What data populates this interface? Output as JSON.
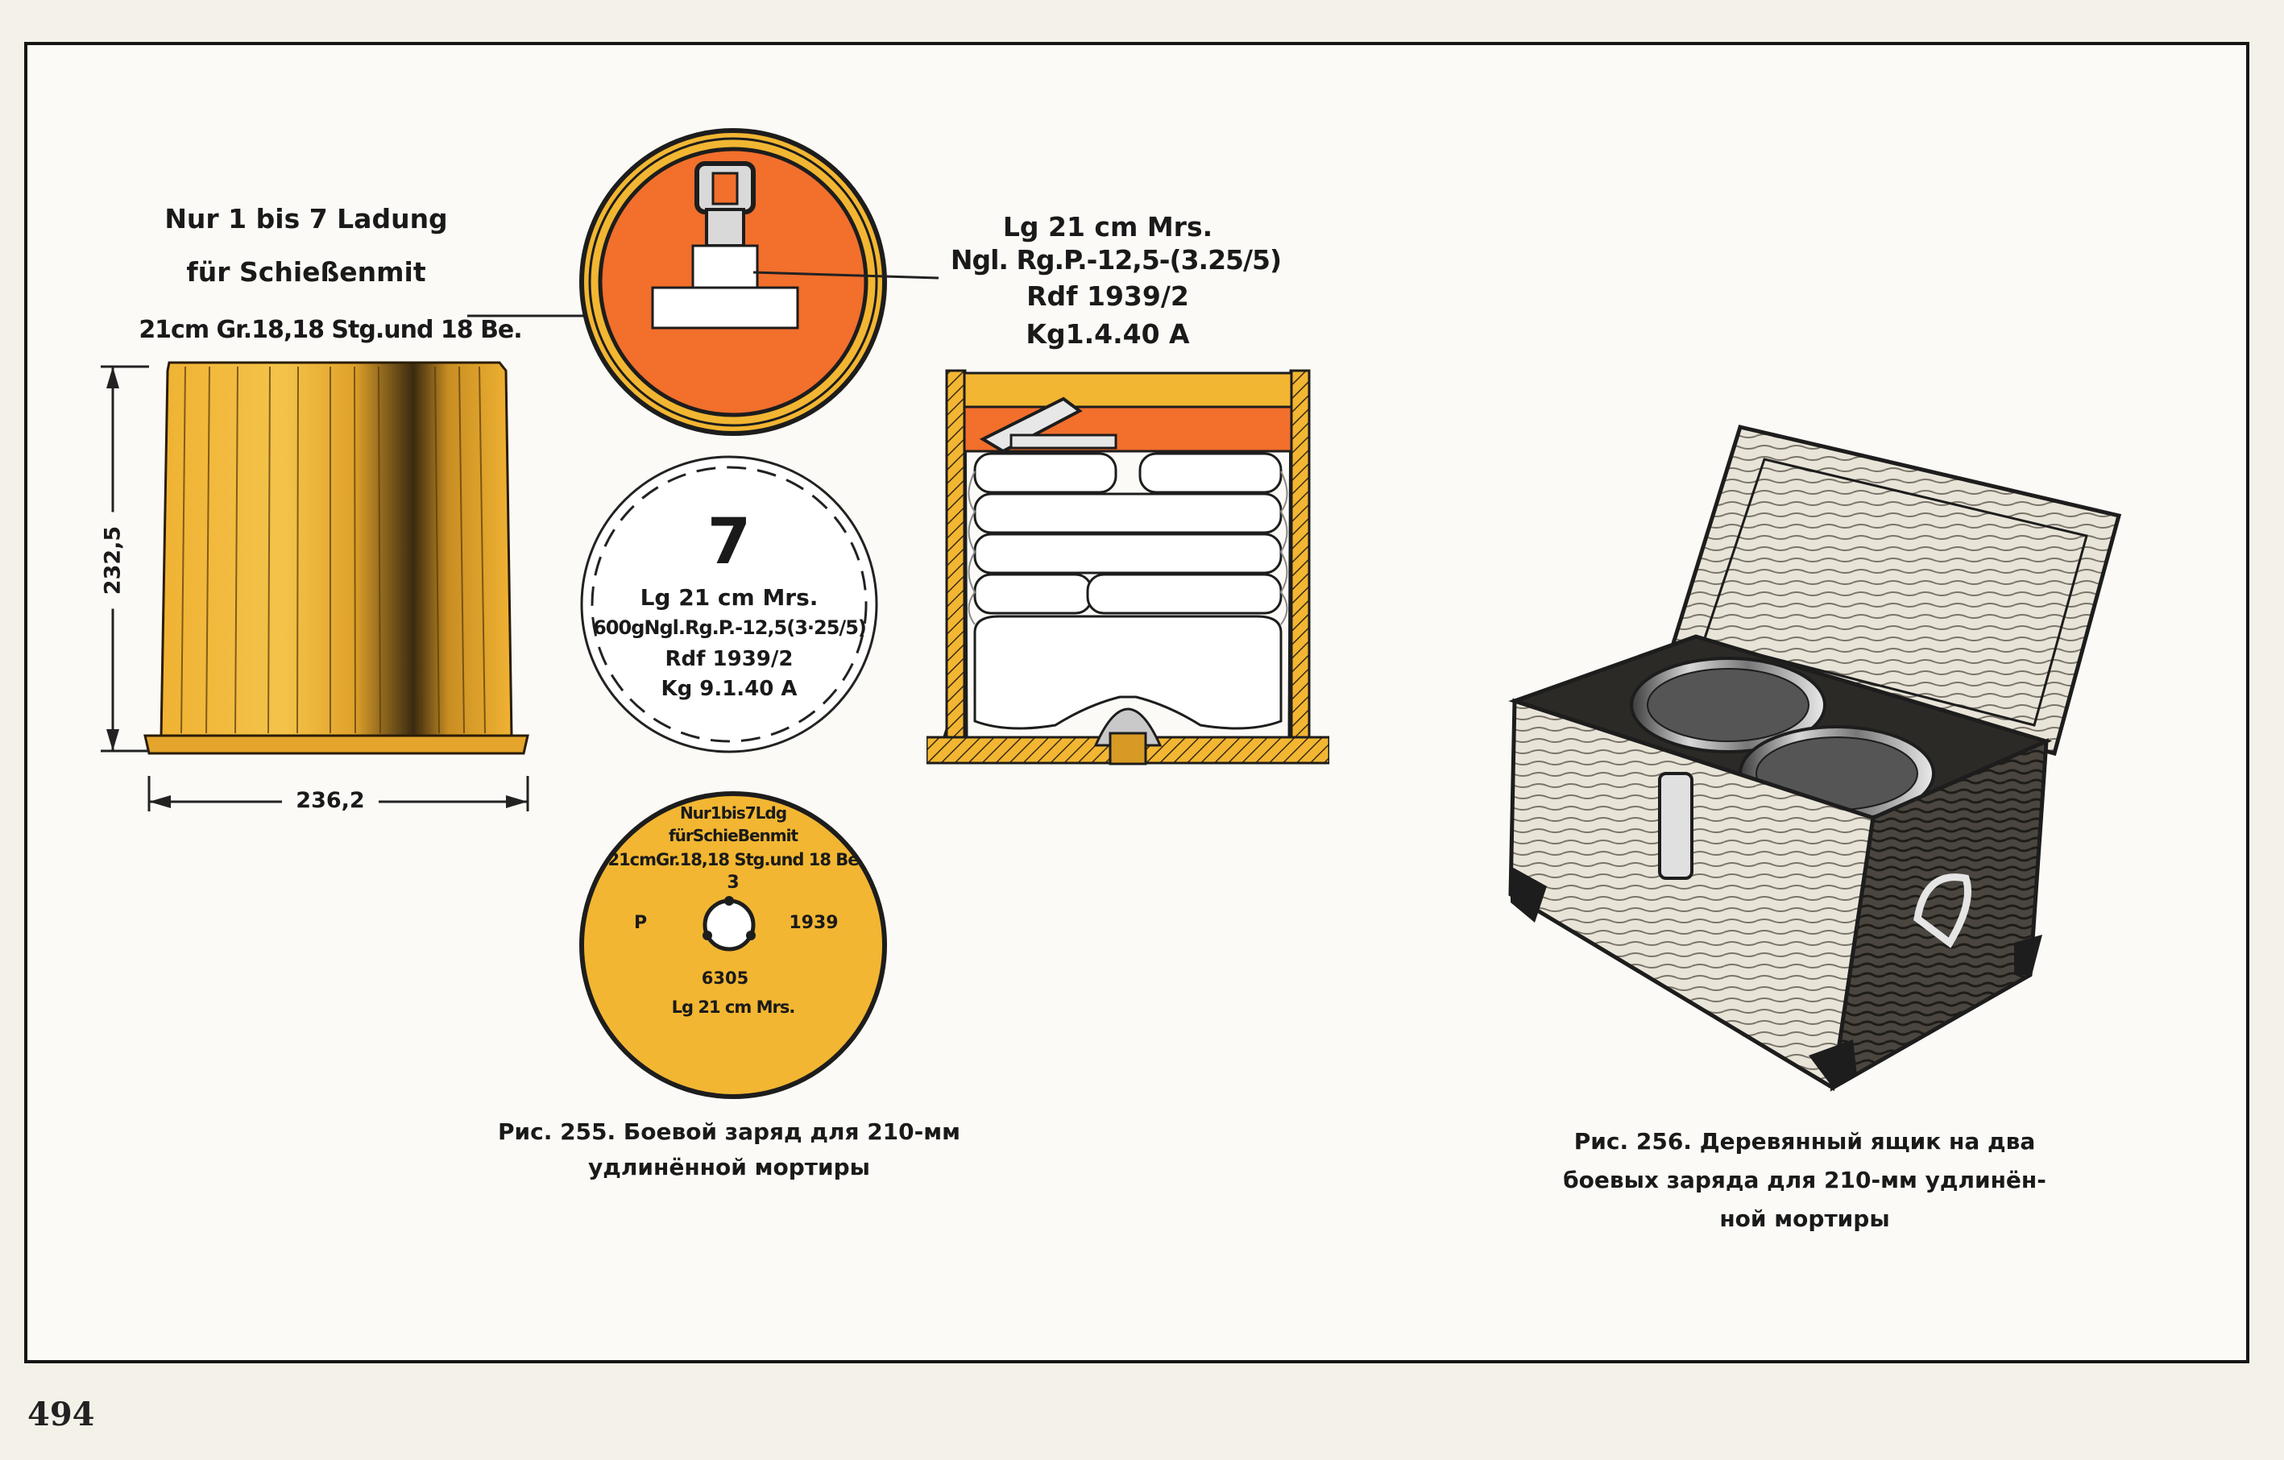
{
  "page_number": "494",
  "fig255": {
    "warning_lines": [
      "Nur 1 bis 7 Ladung",
      "für Schießenmit",
      "21cm Gr.18,18 Stg.und 18 Be."
    ],
    "dim_height": "232,5",
    "dim_width": "236,2",
    "cap_label": {
      "number": "7",
      "lines": [
        "Lg 21 cm Mrs.",
        "600gNgl.Rg.P.-12,5(3·25/5)",
        "Rdf 1939/2",
        "Kg 9.1.40 A"
      ]
    },
    "base_stamp": {
      "lines": [
        "Nur1bis7Ldg",
        "fürSchieBenmit",
        "21cmGr.18,18 Stg.und 18 Be"
      ],
      "top_mark": "3",
      "left_mark": "P",
      "right_mark": "1939",
      "bottom_mark": "6305",
      "bottom_line": "Lg 21 cm Mrs."
    },
    "section_label": [
      "Lg 21 cm Mrs.",
      "Ngl. Rg.P.-12,5-(3.25/5)",
      "Rdf 1939/2",
      "Kg1.4.40 A"
    ],
    "caption": [
      "Рис. 255. Боевой заряд для 210-мм",
      "удлинённой мортиры"
    ]
  },
  "fig256": {
    "caption": [
      "Рис. 256. Деревянный ящик на два",
      "боевых заряда для 210-мм удлинён-",
      "ной мортиры"
    ]
  },
  "colors": {
    "orange": "#f26f2c",
    "yellow": "#f2b632",
    "frame": "#151515",
    "paper": "#fbfaf6"
  }
}
